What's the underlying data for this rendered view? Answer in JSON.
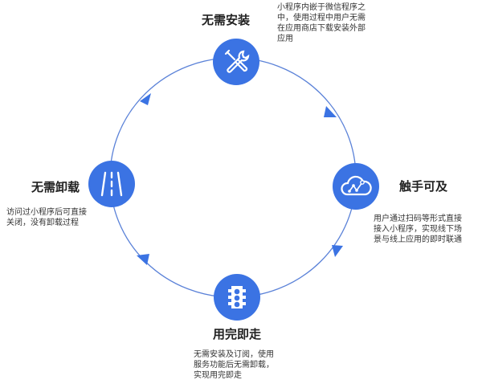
{
  "colors": {
    "accent": "#3b73e3",
    "ring": "#5b82d8"
  },
  "steps": [
    {
      "title": "无需安装",
      "desc_lines": [
        "小程序内嵌于微信程序之",
        "中，使用过程中用户无需",
        "在应用商店下载安装外部",
        "应用"
      ],
      "icon": "wrench-screwdriver-icon"
    },
    {
      "title": "触手可及",
      "desc_lines": [
        "用户通过扫码等形式直接",
        "接入小程序，实现线下场",
        "景与线上应用的即时联通"
      ],
      "icon": "cloud-chart-icon"
    },
    {
      "title": "用完即走",
      "desc_lines": [
        "无需安装及订阅，使用",
        "服务功能后无需卸载，",
        "实现用完即走"
      ],
      "icon": "traffic-light-icon"
    },
    {
      "title": "无需卸载",
      "desc_lines": [
        "访问过小程序后可直接",
        "关闭，没有卸载过程"
      ],
      "icon": "road-icon"
    }
  ]
}
